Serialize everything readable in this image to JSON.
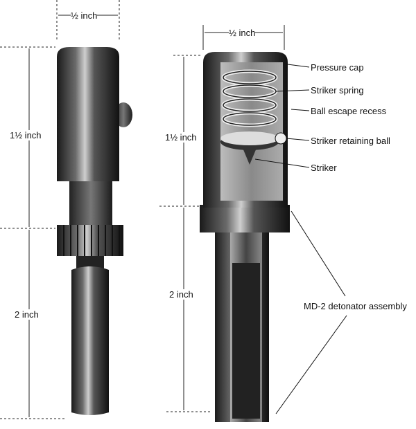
{
  "dimensions": {
    "left_width": "½ inch",
    "left_upper_height": "1½ inch",
    "left_lower_height": "2 inch",
    "right_width": "½ inch",
    "right_upper_height": "1½ inch",
    "right_lower_height": "2 inch"
  },
  "callouts": {
    "pressure_cap": "Pressure cap",
    "striker_spring": "Striker spring",
    "ball_escape_recess": "Ball escape recess",
    "striker_retaining_ball": "Striker retaining ball",
    "striker": "Striker",
    "detonator_assembly": "MD-2 detonator assembly"
  }
}
